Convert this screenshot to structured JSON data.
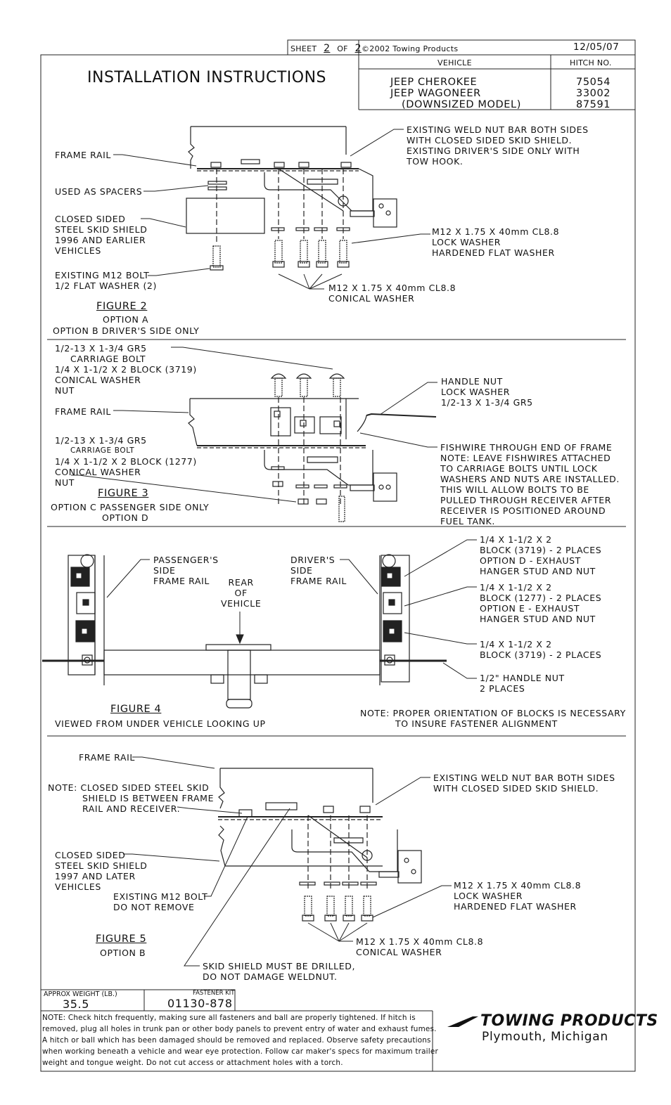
{
  "header": {
    "sheet_label": "SHEET",
    "sheet_num": "2",
    "of_label": "OF",
    "sheet_total": "2",
    "copyright": "©2002 Towing Products",
    "date": "12/05/07",
    "col_vehicle": "VEHICLE",
    "col_hitch": "HITCH NO.",
    "title": "INSTALLATION INSTRUCTIONS",
    "vehicles": [
      "JEEP CHEROKEE",
      "JEEP WAGONEER",
      "(DOWNSIZED MODEL)"
    ],
    "hitch_nos": [
      "75054",
      "33002",
      "87591"
    ]
  },
  "fig2": {
    "frame_rail": "FRAME RAIL",
    "spacers": "USED AS SPACERS",
    "shield": [
      "CLOSED SIDED",
      "STEEL SKID SHIELD",
      "1996 AND EARLIER",
      "VEHICLES"
    ],
    "bolt": [
      "EXISTING M12 BOLT",
      "1/2 FLAT WASHER (2)"
    ],
    "weld": [
      "EXISTING WELD NUT BAR BOTH SIDES",
      "WITH CLOSED SIDED SKID SHIELD.",
      "EXISTING DRIVER'S SIDE ONLY WITH",
      "TOW HOOK."
    ],
    "m12_lock": [
      "M12 X 1.75 X 40mm CL8.8",
      "LOCK WASHER",
      "HARDENED FLAT WASHER"
    ],
    "m12_conical": [
      "M12 X 1.75 X 40mm CL8.8",
      "CONICAL WASHER"
    ],
    "figure": "FIGURE 2",
    "option_a": "OPTION A",
    "option_b": "OPTION B DRIVER'S SIDE ONLY"
  },
  "fig3": {
    "carriage": [
      "1/2-13 X 1-3/4 GR5",
      "CARRIAGE BOLT",
      "1/4 X 1-1/2 X 2 BLOCK (3719)",
      "CONICAL WASHER",
      "NUT"
    ],
    "frame_rail": "FRAME RAIL",
    "carriage2": [
      "1/2-13 X 1-3/4 GR5",
      "CARRIAGE BOLT",
      "1/4 X 1-1/2 X 2 BLOCK (1277)",
      "CONICAL WASHER",
      "NUT"
    ],
    "handle": [
      "HANDLE NUT",
      "LOCK WASHER",
      "1/2-13 X 1-3/4 GR5"
    ],
    "fishwire": [
      "FISHWIRE THROUGH END OF FRAME",
      "NOTE: LEAVE FISHWIRES ATTACHED",
      "TO CARRIAGE BOLTS UNTIL LOCK",
      "WASHERS AND NUTS ARE INSTALLED.",
      "THIS WILL ALLOW BOLTS TO BE",
      "PULLED THROUGH RECEIVER AFTER",
      "RECEIVER IS POSITIONED AROUND",
      "FUEL TANK."
    ],
    "figure": "FIGURE 3",
    "option_c": "OPTION C PASSENGER SIDE ONLY",
    "option_d": "OPTION D"
  },
  "fig4": {
    "passenger": [
      "PASSENGER'S",
      "SIDE",
      "FRAME RAIL"
    ],
    "rear": [
      "REAR",
      "OF",
      "VEHICLE"
    ],
    "driver": [
      "DRIVER'S",
      "SIDE",
      "FRAME RAIL"
    ],
    "block1": [
      "1/4 X 1-1/2 X 2",
      "BLOCK (3719) - 2 PLACES",
      "OPTION D - EXHAUST",
      "HANGER STUD AND NUT"
    ],
    "block2": [
      "1/4 X 1-1/2 X 2",
      "BLOCK (1277) - 2 PLACES",
      "OPTION E - EXHAUST",
      "HANGER STUD AND NUT"
    ],
    "block3": [
      "1/4 X 1-1/2 X 2",
      "BLOCK (3719) - 2 PLACES"
    ],
    "handle": [
      "1/2\" HANDLE NUT",
      "2 PLACES"
    ],
    "figure": "FIGURE 4",
    "viewed": "VIEWED FROM UNDER VEHICLE LOOKING UP",
    "note": [
      "NOTE:  PROPER ORIENTATION OF BLOCKS IS NECESSARY",
      "TO INSURE FASTENER ALIGNMENT"
    ]
  },
  "fig5": {
    "frame_rail": "FRAME RAIL",
    "note": [
      "NOTE:  CLOSED SIDED STEEL SKID",
      "SHIELD IS BETWEEN FRAME",
      "RAIL AND RECEIVER."
    ],
    "shield": [
      "CLOSED SIDED",
      "STEEL SKID SHIELD",
      "1997 AND LATER",
      "VEHICLES"
    ],
    "bolt": [
      "EXISTING M12 BOLT",
      "DO NOT REMOVE"
    ],
    "weld": [
      "EXISTING WELD NUT BAR BOTH SIDES",
      "WITH CLOSED SIDED SKID SHIELD."
    ],
    "m12_lock": [
      "M12 X 1.75 X 40mm CL8.8",
      "LOCK WASHER",
      "HARDENED FLAT WASHER"
    ],
    "m12_conical": [
      "M12 X 1.75 X 40mm CL8.8",
      "CONICAL WASHER"
    ],
    "drill": [
      "SKID SHIELD MUST BE DRILLED,",
      "DO NOT DAMAGE WELDNUT."
    ],
    "figure": "FIGURE 5",
    "option_b": "OPTION B"
  },
  "footer": {
    "weight_label": "APPROX WEIGHT (LB.)",
    "weight": "35.5",
    "kit_label": "FASTENER KIT",
    "kit": "01130-878",
    "note": "NOTE: Check hitch frequently, making sure all fasteners and ball are properly tightened. If hitch is removed, plug all holes in trunk pan or other body panels to prevent entry of water and exhaust fumes. A hitch or ball which has been damaged should be removed and replaced. Observe safety precautions when working beneath a vehicle and wear eye protection. Follow car maker's specs for maximum trailer weight and tongue weight. Do not cut access or attachment holes with a torch.",
    "brand": "TOWING PRODUCTS",
    "city": "Plymouth, Michigan"
  }
}
